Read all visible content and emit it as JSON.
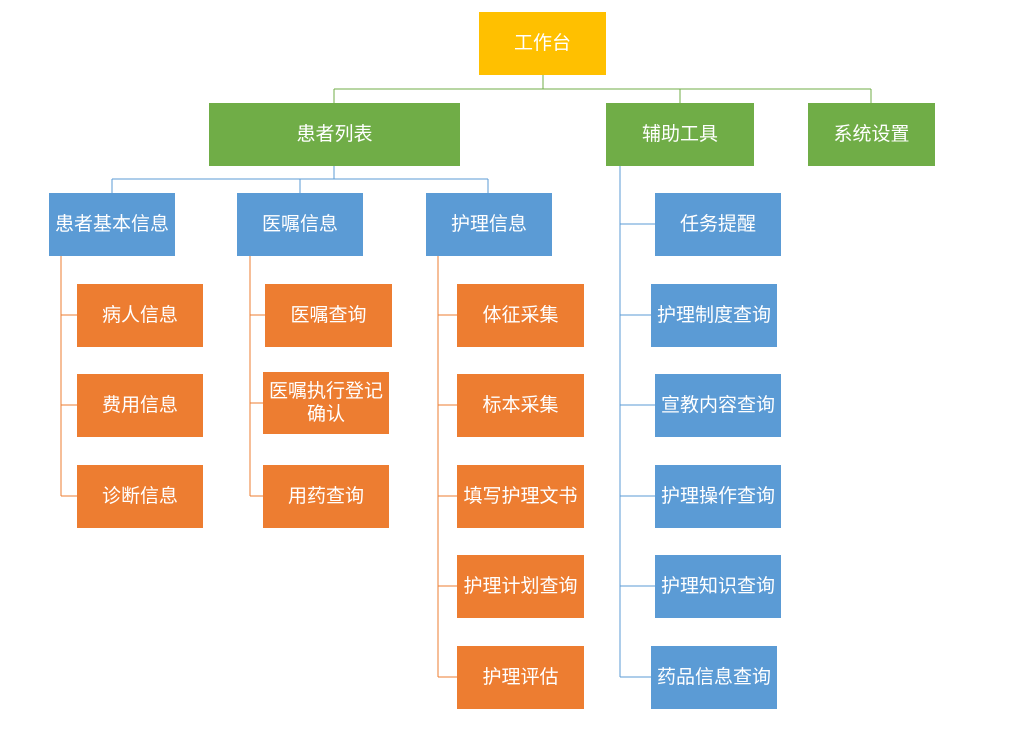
{
  "root": {
    "label": "工作台",
    "color": "#ffc000"
  },
  "level1": [
    {
      "label": "患者列表",
      "color": "#70ad47"
    },
    {
      "label": "辅助工具",
      "color": "#70ad47"
    },
    {
      "label": "系统设置",
      "color": "#70ad47"
    }
  ],
  "patient_list": [
    {
      "label": "患者基本信息",
      "color": "#5b9bd5",
      "children": [
        "病人信息",
        "费用信息",
        "诊断信息"
      ]
    },
    {
      "label": "医嘱信息",
      "color": "#5b9bd5",
      "children": [
        "医嘱查询",
        "医嘱执行登记确认",
        "用药查询"
      ]
    },
    {
      "label": "护理信息",
      "color": "#5b9bd5",
      "children": [
        "体征采集",
        "标本采集",
        "填写护理文书",
        "护理计划查询",
        "护理评估"
      ]
    }
  ],
  "leaf_color": "#ed7d31",
  "tools": [
    "任务提醒",
    "护理制度查询",
    "宣教内容查询",
    "护理操作查询",
    "护理知识查询",
    "药品信息查询"
  ]
}
